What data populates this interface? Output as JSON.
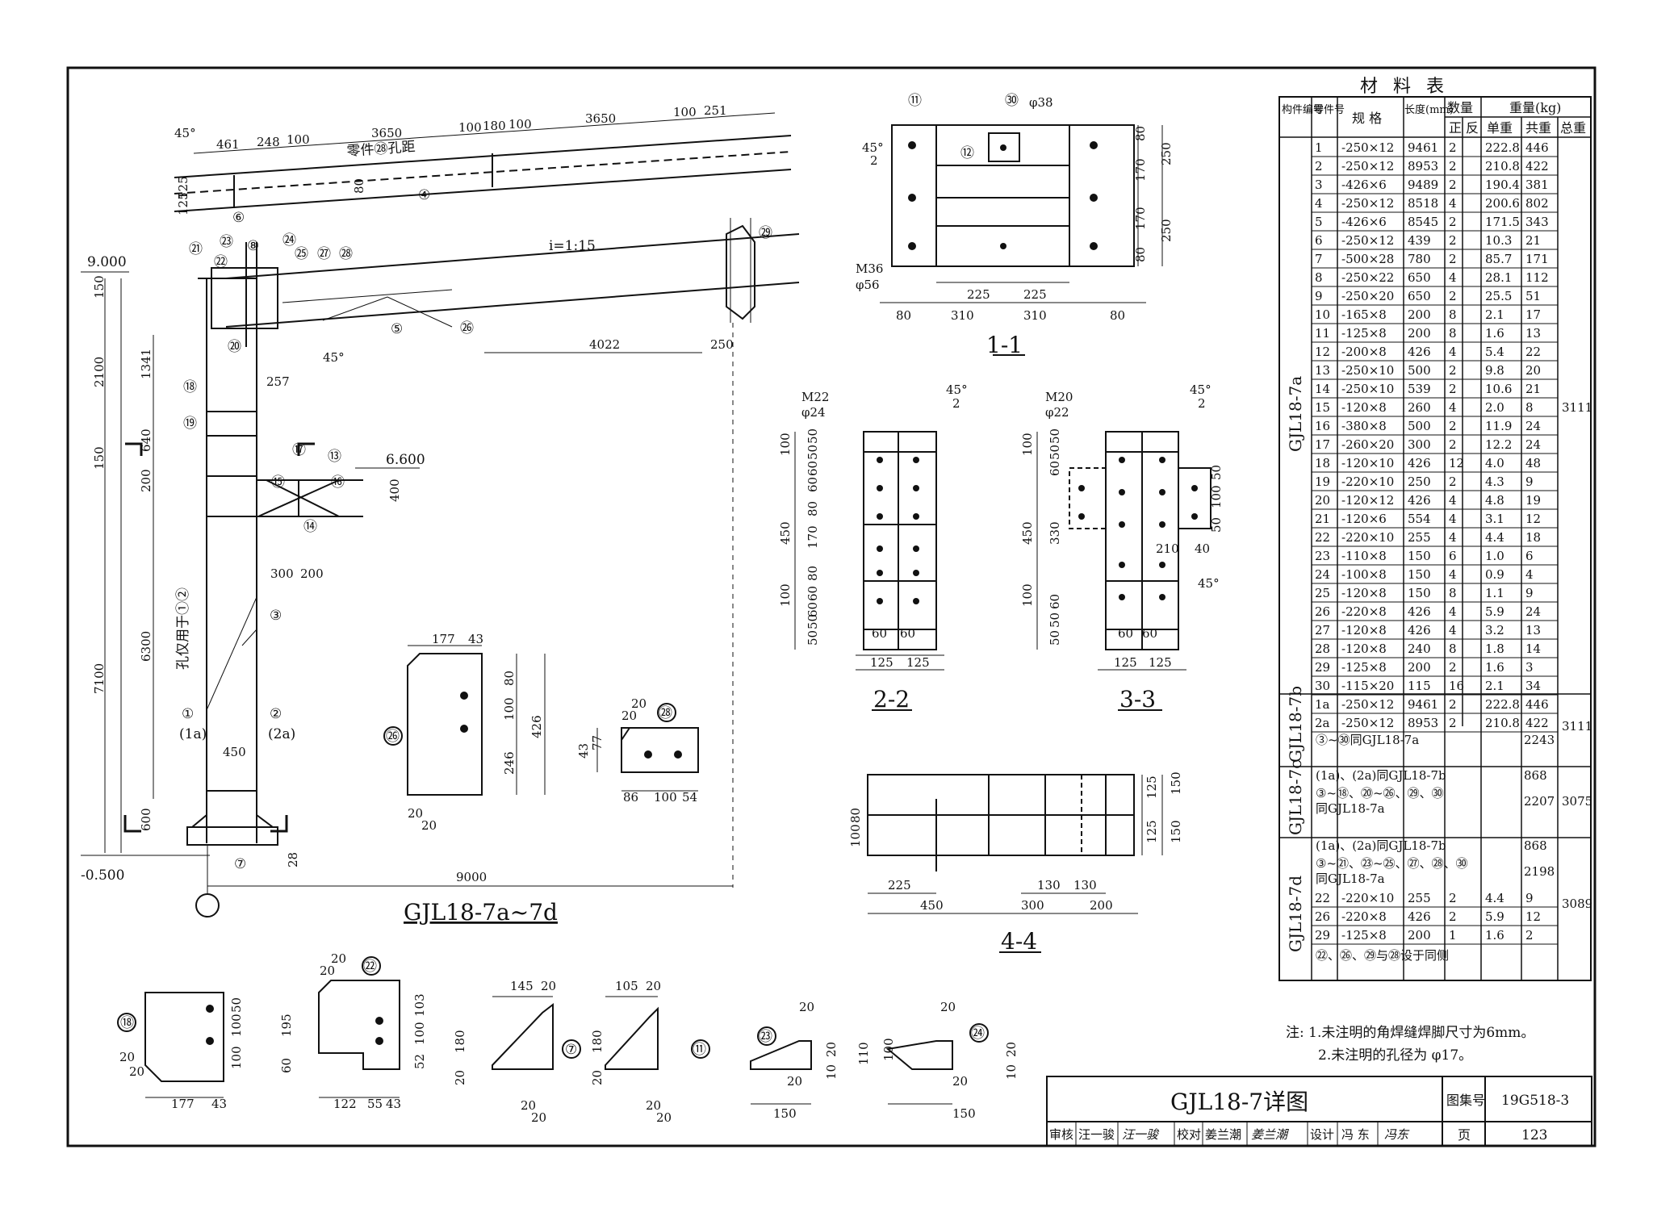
{
  "drawing": {
    "main_title": "GJL18-7a~7d",
    "levels": [
      "9.000",
      "6.600",
      "-0.500"
    ],
    "slope": "i=1:15",
    "top_note": "零件㉘孔距",
    "column_note": "孔仅用于①②",
    "top_dims": [
      "461",
      "248",
      "100",
      "3650",
      "100",
      "180",
      "100",
      "3650",
      "100",
      "251",
      "45°",
      "125",
      "125",
      "80"
    ],
    "left_dims": [
      "150",
      "2100",
      "1341",
      "640",
      "150",
      "200",
      "6300",
      "7100",
      "600",
      "28"
    ],
    "misc_dims": [
      "4022",
      "250",
      "257",
      "300",
      "200",
      "400",
      "450",
      "9000",
      "45°"
    ],
    "part_labels": [
      "①",
      "(1a)",
      "②",
      "(2a)",
      "③",
      "④",
      "⑤",
      "⑥",
      "⑦",
      "⑧",
      "⑪",
      "⑫",
      "⑬",
      "⑭",
      "⑮",
      "⑯",
      "⑰",
      "⑱",
      "⑲",
      "⑳",
      "㉑",
      "㉒",
      "㉓",
      "㉔",
      "㉕",
      "㉖",
      "㉗",
      "㉘",
      "㉙",
      "㉚"
    ]
  },
  "sections": {
    "s1": {
      "title": "1-1",
      "dims": [
        "80",
        "310",
        "310",
        "80",
        "225",
        "225",
        "80",
        "170",
        "170",
        "80",
        "250",
        "250"
      ],
      "notes": [
        "M36",
        "φ56",
        "φ38",
        "45°",
        "2"
      ]
    },
    "s2": {
      "title": "2-2",
      "dims": [
        "100",
        "50",
        "50",
        "60",
        "60",
        "80",
        "170",
        "80",
        "60",
        "60",
        "50",
        "50",
        "100",
        "450",
        "60",
        "60",
        "125",
        "125"
      ],
      "notes": [
        "M22",
        "φ24",
        "45°",
        "2"
      ]
    },
    "s3": {
      "title": "3-3",
      "dims": [
        "100",
        "50",
        "50",
        "60",
        "330",
        "60",
        "50",
        "50",
        "100",
        "450",
        "50",
        "100",
        "50",
        "40",
        "210",
        "60",
        "60",
        "125",
        "125"
      ],
      "notes": [
        "M20",
        "φ22",
        "45°",
        "2"
      ]
    },
    "s4": {
      "title": "4-4",
      "dims": [
        "225",
        "450",
        "300",
        "200",
        "130",
        "130",
        "100",
        "80",
        "125",
        "125",
        "150",
        "150"
      ]
    }
  },
  "details": {
    "p26": {
      "dims": [
        "177",
        "43",
        "80",
        "100",
        "246",
        "426",
        "20",
        "20"
      ]
    },
    "p28": {
      "dims": [
        "20",
        "20",
        "43",
        "77",
        "86",
        "100",
        "54"
      ]
    },
    "p19": {
      "dims": [
        "50",
        "100",
        "100",
        "20",
        "20",
        "177",
        "43"
      ]
    },
    "p22": {
      "dims": [
        "20",
        "20",
        "195",
        "103",
        "100",
        "52",
        "60",
        "122",
        "55",
        "43"
      ]
    },
    "p10": {
      "dims": [
        "145",
        "20",
        "180",
        "20",
        "20",
        "20"
      ]
    },
    "p11": {
      "dims": [
        "105",
        "20",
        "180",
        "20",
        "20",
        "20"
      ]
    },
    "p23": {
      "dims": [
        "20",
        "110",
        "20",
        "20",
        "10",
        "150"
      ]
    },
    "p24": {
      "dims": [
        "20",
        "100",
        "20",
        "20",
        "10",
        "150"
      ]
    }
  },
  "table": {
    "title": "材 料 表",
    "headers": {
      "member": "构件编号",
      "part": "零件号",
      "spec": "规 格",
      "length": "长度(mm)",
      "qty": "数量",
      "qty_pos": "正",
      "qty_neg": "反",
      "weight": "重量(kg)",
      "w_unit": "单重",
      "w_total": "共重",
      "w_sum": "总重"
    },
    "groups": [
      {
        "name": "GJL18-7a",
        "total": "3111"
      },
      {
        "name": "GJL18-7b",
        "total": "3111"
      },
      {
        "name": "GJL18-7c",
        "total": "3075"
      },
      {
        "name": "GJL18-7d",
        "total": "3089"
      }
    ],
    "rows_a": [
      [
        "1",
        "-250×12",
        "9461",
        "2",
        "",
        "222.8",
        "446"
      ],
      [
        "2",
        "-250×12",
        "8953",
        "2",
        "",
        "210.8",
        "422"
      ],
      [
        "3",
        "-426×6",
        "9489",
        "2",
        "",
        "190.4",
        "381"
      ],
      [
        "4",
        "-250×12",
        "8518",
        "4",
        "",
        "200.6",
        "802"
      ],
      [
        "5",
        "-426×6",
        "8545",
        "2",
        "",
        "171.5",
        "343"
      ],
      [
        "6",
        "-250×12",
        "439",
        "2",
        "",
        "10.3",
        "21"
      ],
      [
        "7",
        "-500×28",
        "780",
        "2",
        "",
        "85.7",
        "171"
      ],
      [
        "8",
        "-250×22",
        "650",
        "4",
        "",
        "28.1",
        "112"
      ],
      [
        "9",
        "-250×20",
        "650",
        "2",
        "",
        "25.5",
        "51"
      ],
      [
        "10",
        "-165×8",
        "200",
        "8",
        "",
        "2.1",
        "17"
      ],
      [
        "11",
        "-125×8",
        "200",
        "8",
        "",
        "1.6",
        "13"
      ],
      [
        "12",
        "-200×8",
        "426",
        "4",
        "",
        "5.4",
        "22"
      ],
      [
        "13",
        "-250×10",
        "500",
        "2",
        "",
        "9.8",
        "20"
      ],
      [
        "14",
        "-250×10",
        "539",
        "2",
        "",
        "10.6",
        "21"
      ],
      [
        "15",
        "-120×8",
        "260",
        "4",
        "",
        "2.0",
        "8"
      ],
      [
        "16",
        "-380×8",
        "500",
        "2",
        "",
        "11.9",
        "24"
      ],
      [
        "17",
        "-260×20",
        "300",
        "2",
        "",
        "12.2",
        "24"
      ],
      [
        "18",
        "-120×10",
        "426",
        "12",
        "",
        "4.0",
        "48"
      ],
      [
        "19",
        "-220×10",
        "250",
        "2",
        "",
        "4.3",
        "9"
      ],
      [
        "20",
        "-120×12",
        "426",
        "4",
        "",
        "4.8",
        "19"
      ],
      [
        "21",
        "-120×6",
        "554",
        "4",
        "",
        "3.1",
        "12"
      ],
      [
        "22",
        "-220×10",
        "255",
        "4",
        "",
        "4.4",
        "18"
      ],
      [
        "23",
        "-110×8",
        "150",
        "6",
        "",
        "1.0",
        "6"
      ],
      [
        "24",
        "-100×8",
        "150",
        "4",
        "",
        "0.9",
        "4"
      ],
      [
        "25",
        "-120×8",
        "150",
        "8",
        "",
        "1.1",
        "9"
      ],
      [
        "26",
        "-220×8",
        "426",
        "4",
        "",
        "5.9",
        "24"
      ],
      [
        "27",
        "-120×8",
        "426",
        "4",
        "",
        "3.2",
        "13"
      ],
      [
        "28",
        "-120×8",
        "240",
        "8",
        "",
        "1.8",
        "14"
      ],
      [
        "29",
        "-125×8",
        "200",
        "2",
        "",
        "1.6",
        "3"
      ],
      [
        "30",
        "-115×20",
        "115",
        "16",
        "",
        "2.1",
        "34"
      ]
    ],
    "rows_b": [
      [
        "1a",
        "-250×12",
        "9461",
        "2",
        "",
        "222.8",
        "446"
      ],
      [
        "2a",
        "-250×12",
        "8953",
        "2",
        "",
        "210.8",
        "422"
      ]
    ],
    "b_note": "③~㉚同GJL18-7a",
    "b_note_w": "2243",
    "c_note1": "(1a)、(2a)同GJL18-7b",
    "c_note1_w": "868",
    "c_note2": "③~⑱、⑳~㉖、㉙、㉚",
    "c_note2b": "同GJL18-7a",
    "c_note2_w": "2207",
    "d_note1": "(1a)、(2a)同GJL18-7b",
    "d_note1_w": "868",
    "d_note2": "③~㉑、㉓~㉕、㉗、㉘、㉚",
    "d_note2b": "同GJL18-7a",
    "d_note2_w": "2198",
    "rows_d": [
      [
        "22",
        "-220×10",
        "255",
        "2",
        "",
        "4.4",
        "9"
      ],
      [
        "26",
        "-220×8",
        "426",
        "2",
        "",
        "5.9",
        "12"
      ],
      [
        "29",
        "-125×8",
        "200",
        "1",
        "",
        "1.6",
        "2"
      ]
    ],
    "d_note3": "㉒、㉖、㉙与㉘设于同侧"
  },
  "notes": {
    "line1": "注: 1.未注明的角焊缝焊脚尺寸为6mm。",
    "line2": "2.未注明的孔径为 φ17。"
  },
  "title_block": {
    "title": "GJL18-7详图",
    "atlas_label": "图集号",
    "atlas_no": "19G518-3",
    "page_label": "页",
    "page_no": "123",
    "review_label": "审核",
    "review_name": "汪一骏",
    "review_sign": "汪一骏",
    "check_label": "校对",
    "check_name": "姜兰潮",
    "check_sign": "姜兰潮",
    "design_label": "设计",
    "design_name": "冯 东",
    "design_sign": "冯东"
  }
}
